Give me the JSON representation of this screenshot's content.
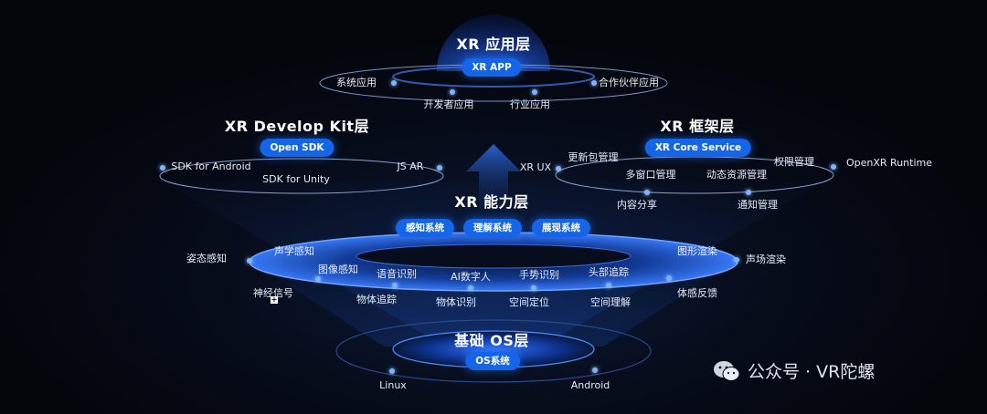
{
  "app_layer": {
    "title": "XR 应用层",
    "pill": "XR APP",
    "items": [
      "系统应用",
      "开发者应用",
      "行业应用",
      "合作伙伴应用"
    ]
  },
  "devkit_layer": {
    "title": "XR Develop Kit层",
    "pill": "Open SDK",
    "items": [
      "SDK for Android",
      "SDK for Unity",
      "JS AR"
    ]
  },
  "framework_layer": {
    "title": "XR 框架层",
    "pill": "XR Core Service",
    "items": [
      "XR UX",
      "更新包管理",
      "多窗口管理",
      "动态资源管理",
      "权限管理",
      "OpenXR Runtime",
      "内容分享",
      "通知管理"
    ]
  },
  "capability_layer": {
    "title": "XR 能力层",
    "pills": [
      "感知系统",
      "理解系统",
      "展现系统"
    ],
    "items": [
      "姿态感知",
      "声学感知",
      "图像感知",
      "语音识别",
      "AI数字人",
      "手势识别",
      "头部追踪",
      "图形渲染",
      "声场渲染",
      "神经信号",
      "物体追踪",
      "物体识别",
      "空间定位",
      "空间理解",
      "体感反馈"
    ]
  },
  "os_layer": {
    "title": "基础 OS层",
    "pill": "OS系统",
    "items": [
      "Linux",
      "Android"
    ]
  },
  "watermark": {
    "text": "公众号 · VR陀螺",
    "icon": "wechat-icon"
  }
}
